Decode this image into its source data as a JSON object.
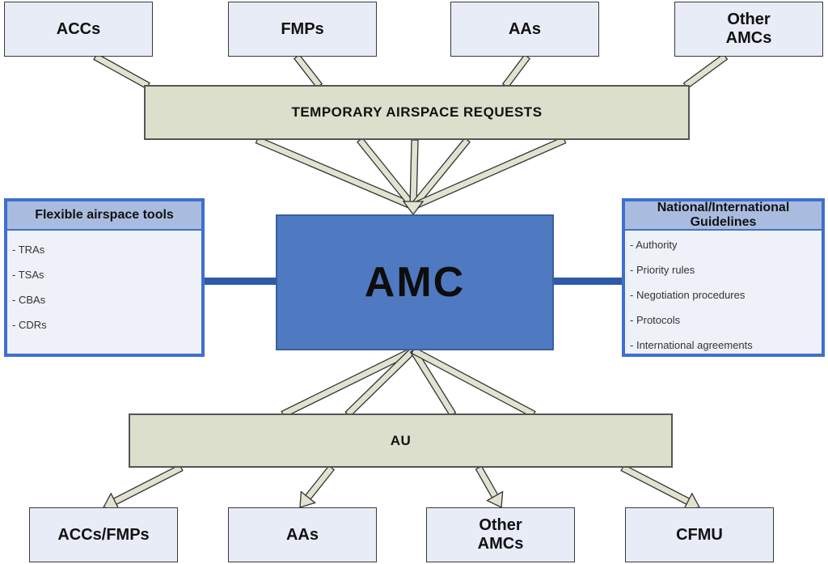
{
  "top_row": [
    {
      "label": "ACCs"
    },
    {
      "label": "FMPs"
    },
    {
      "label": "AAs"
    },
    {
      "label": "Other\nAMCs"
    }
  ],
  "requests_band": {
    "label": "TEMPORARY AIRSPACE REQUESTS"
  },
  "center": {
    "label": "AMC"
  },
  "left_panel": {
    "title": "Flexible airspace tools",
    "items": [
      "TRAs",
      "TSAs",
      "CBAs",
      "CDRs"
    ]
  },
  "right_panel": {
    "title": "National/International Guidelines",
    "items": [
      "Authority",
      "Priority rules",
      "Negotiation procedures",
      "Protocols",
      "International agreements"
    ]
  },
  "output_band": {
    "label": "AU"
  },
  "bottom_row": [
    {
      "label": "ACCs/FMPs"
    },
    {
      "label": "AAs"
    },
    {
      "label": "Other\nAMCs"
    },
    {
      "label": "CFMU"
    }
  ],
  "colors": {
    "box_fill": "#e8ecf7",
    "band_fill": "#dcdfcb",
    "amc_fill": "#4f79c1",
    "panel_border": "#3f6fcf",
    "arrow_fill": "#e0e3cf"
  }
}
